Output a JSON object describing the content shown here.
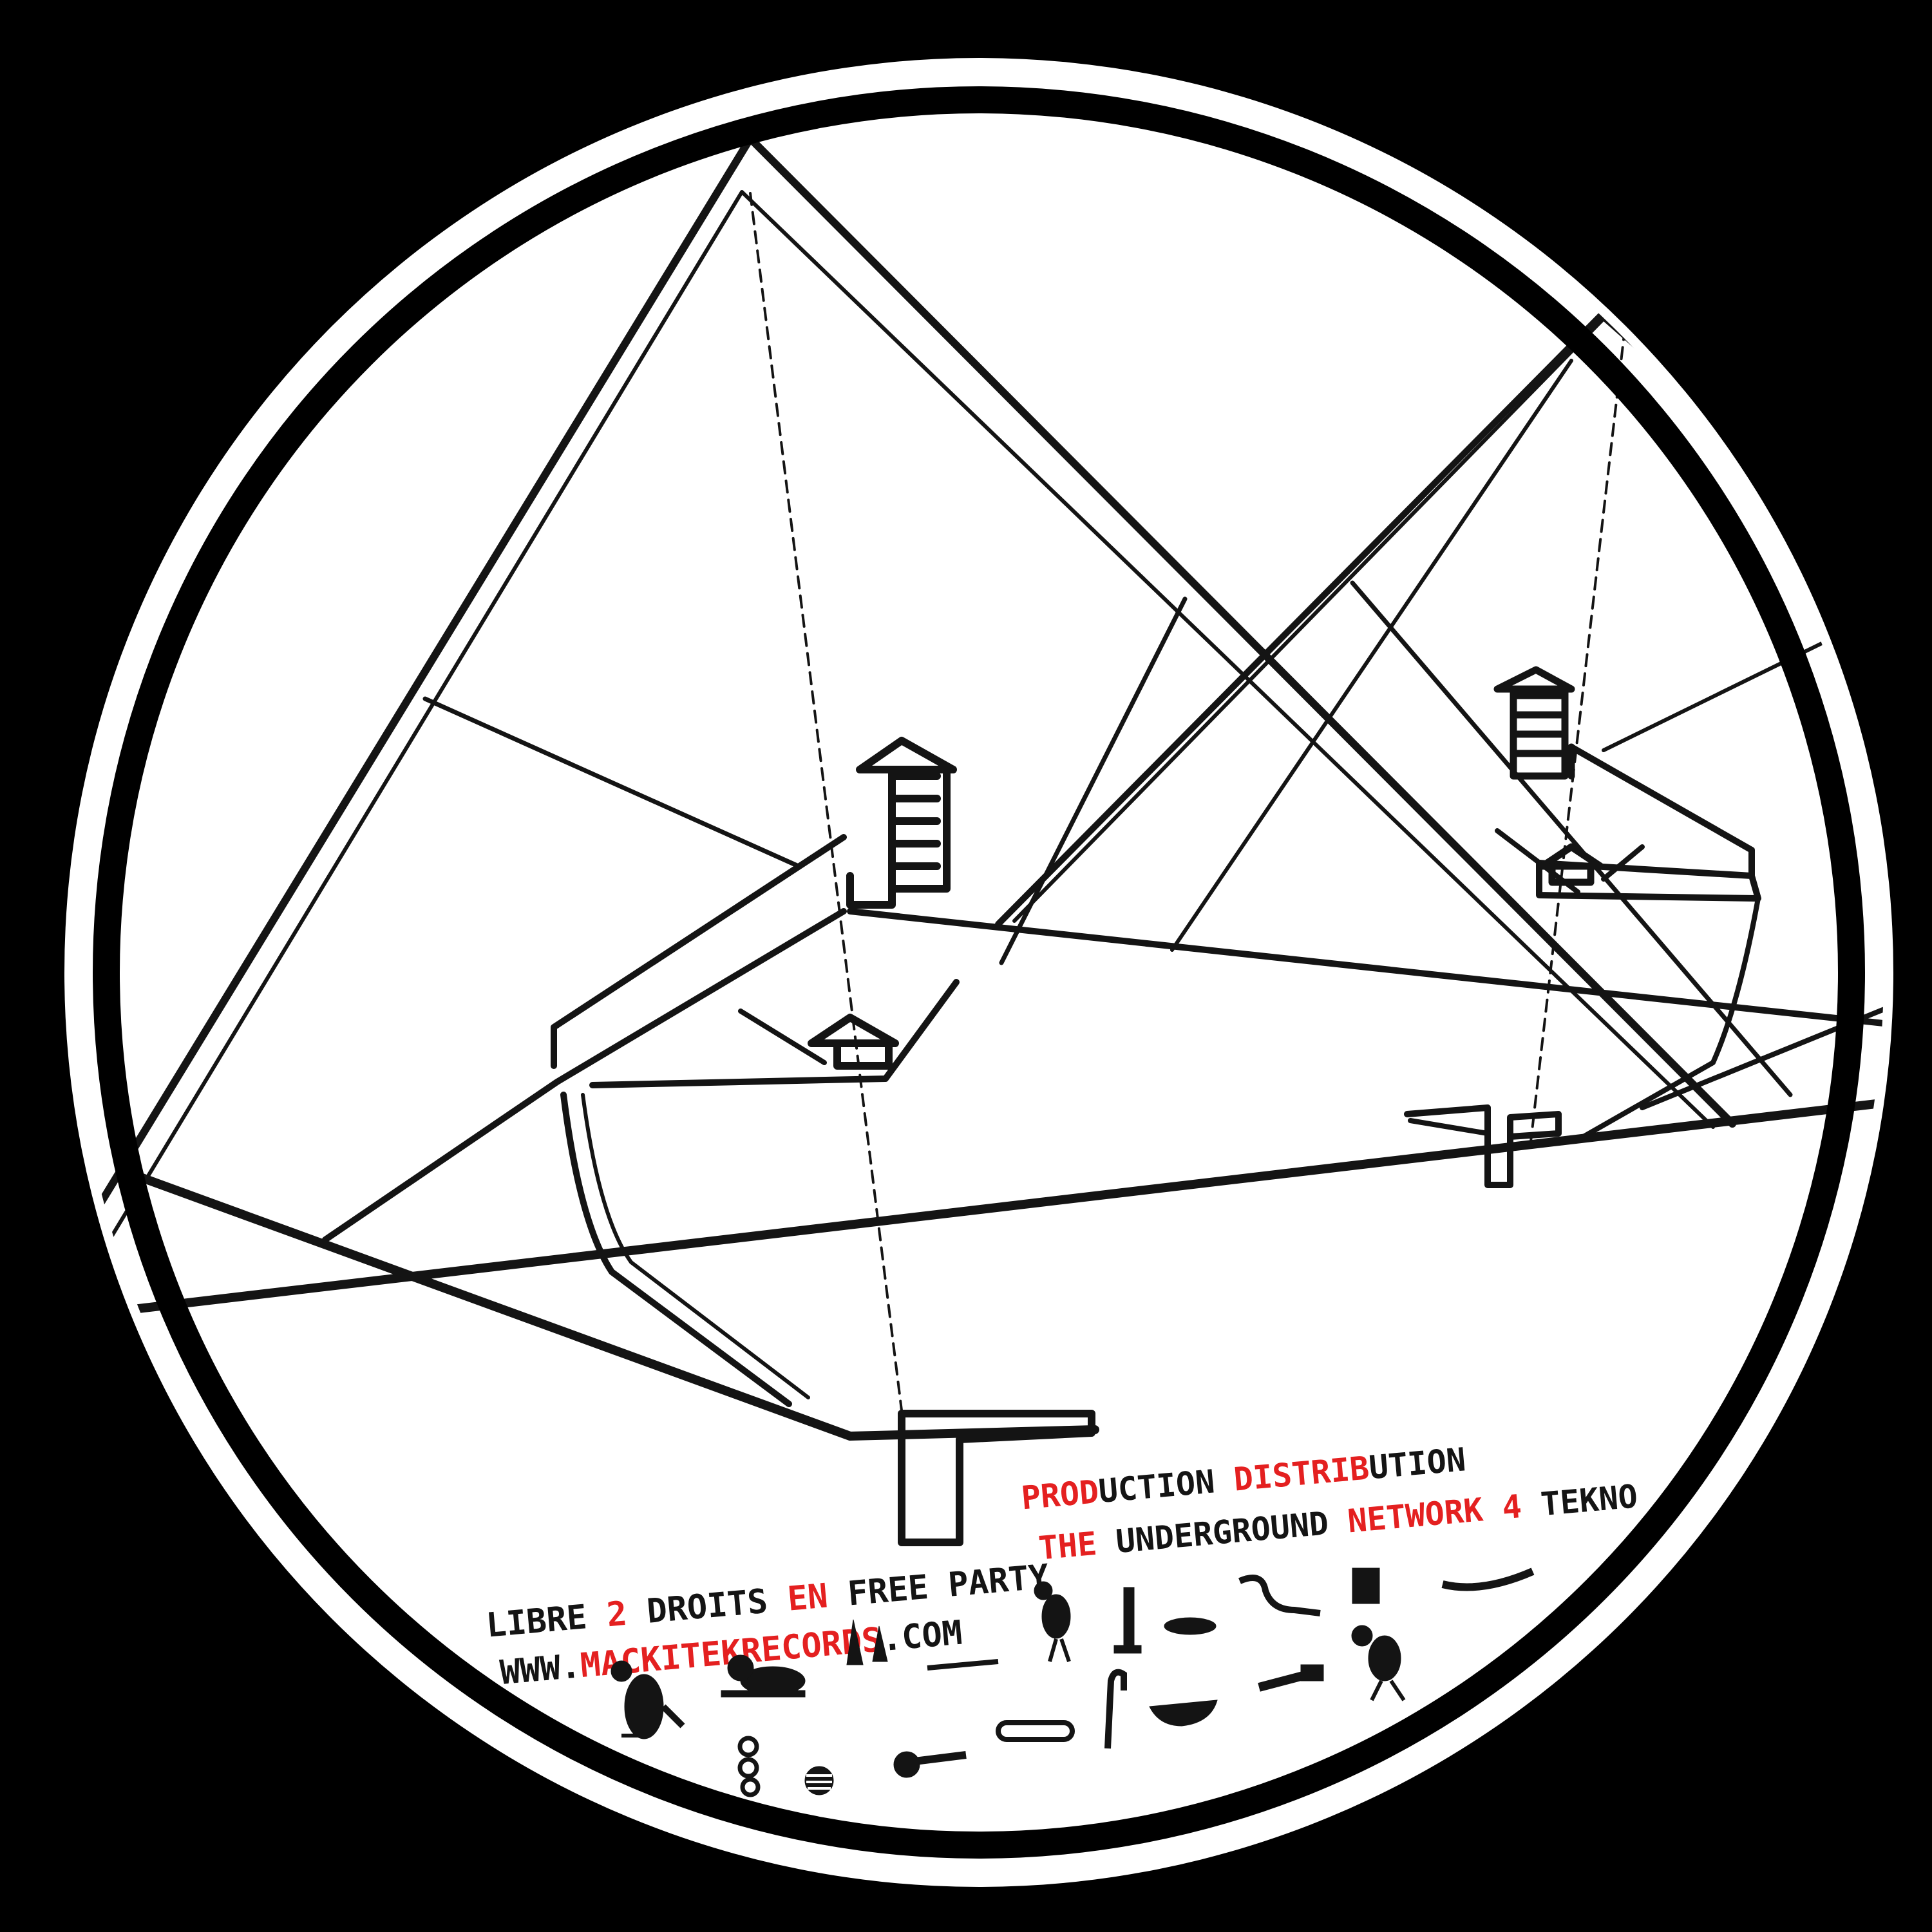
{
  "palette": {
    "background": "#000000",
    "disc": "#ffffff",
    "ink": "#141414",
    "accent_red": "#e42020"
  },
  "label": {
    "line1": [
      {
        "text": "LIBRE ",
        "color": "ink"
      },
      {
        "text": "2 ",
        "color": "red"
      },
      {
        "text": "DROITS ",
        "color": "ink"
      },
      {
        "text": "EN ",
        "color": "red"
      },
      {
        "text": "FREE PARTY",
        "color": "ink"
      }
    ],
    "line2": [
      {
        "text": "WWW.",
        "color": "ink"
      },
      {
        "text": "MACKITEKRECORDS",
        "color": "red"
      },
      {
        "text": ".COM",
        "color": "ink"
      }
    ],
    "line3": [
      {
        "text": "PROD",
        "color": "red"
      },
      {
        "text": "UCTION ",
        "color": "ink"
      },
      {
        "text": "DISTRIB",
        "color": "red"
      },
      {
        "text": "UTION",
        "color": "ink"
      }
    ],
    "line4": [
      {
        "text": "THE ",
        "color": "red"
      },
      {
        "text": "UNDERGROUND ",
        "color": "ink"
      },
      {
        "text": "NETWORK 4 ",
        "color": "red"
      },
      {
        "text": "TEKNO",
        "color": "ink"
      }
    ]
  },
  "hieroglyph_icons": [
    "vulture-icon",
    "lion-icon",
    "reed-icon",
    "stick-icon",
    "bird-icon",
    "plinth-icon",
    "loaf-icon",
    "snake-icon",
    "square-icon",
    "viper-icon",
    "falcon-icon",
    "knife-icon",
    "chick-icon",
    "crook-icon",
    "basket-icon",
    "scepter-icon",
    "rope-icon",
    "placenta-icon",
    "hand-icon"
  ]
}
